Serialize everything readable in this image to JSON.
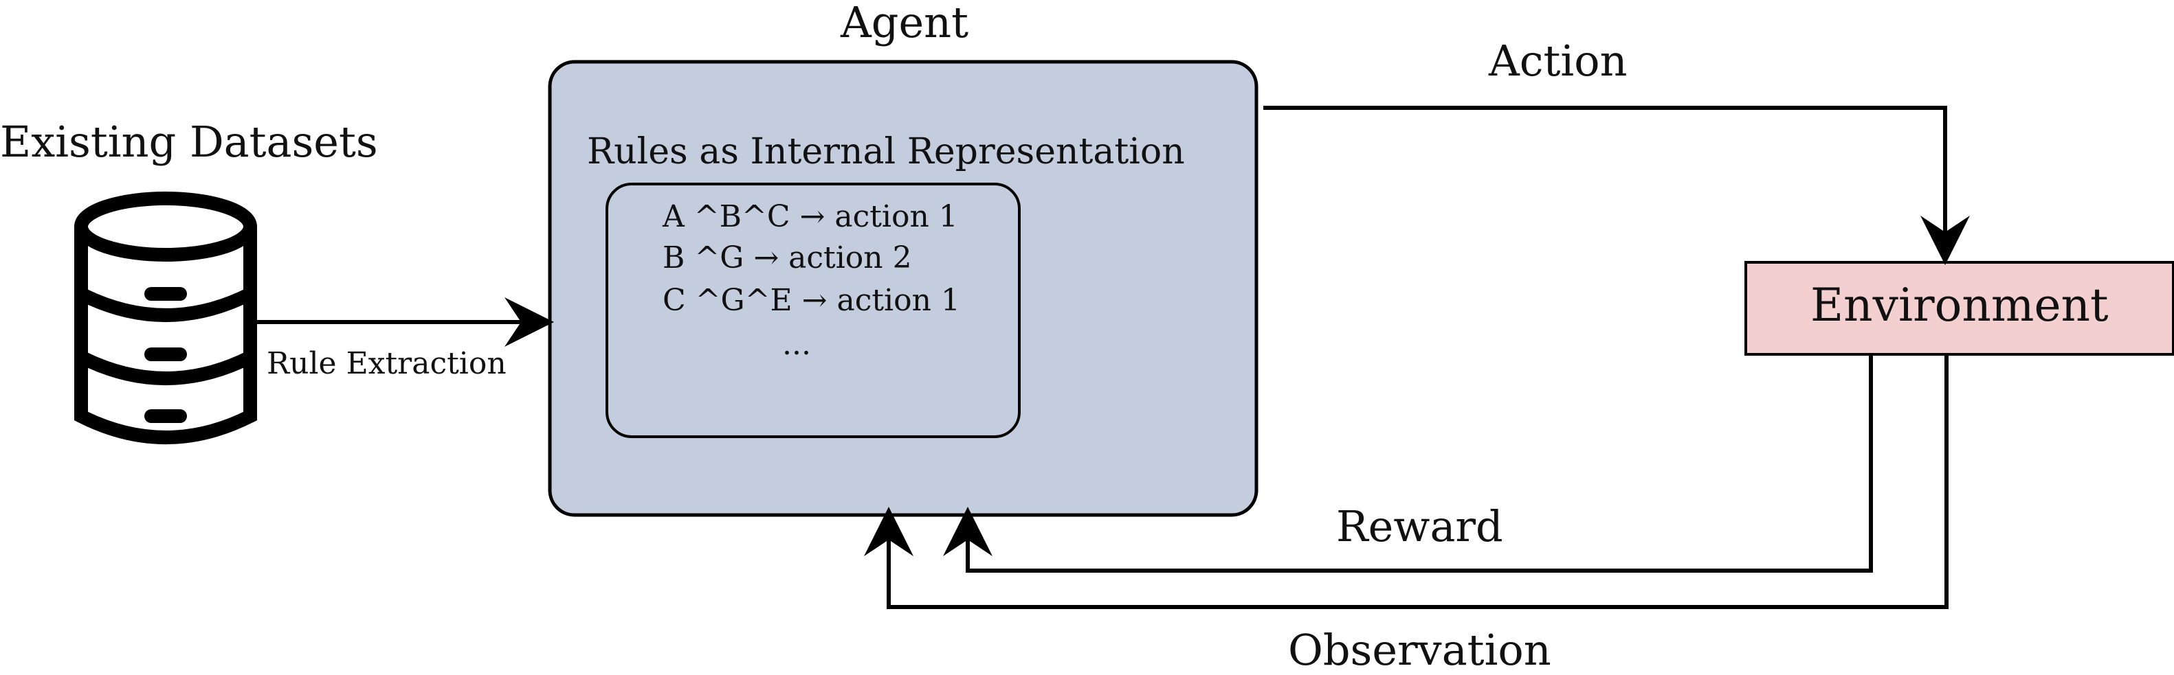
{
  "agent": {
    "title": "Agent",
    "box_title": "Rules as Internal Representation",
    "rules": [
      "A ^B^C → action 1",
      "B ^G → action 2",
      "C ^G^E → action 1",
      "..."
    ]
  },
  "datasets": {
    "title": "Existing Datasets",
    "icon": "database-icon"
  },
  "environment": {
    "label": "Environment"
  },
  "edges": {
    "rule_extraction": "Rule Extraction",
    "action": "Action",
    "reward": "Reward",
    "observation": "Observation"
  },
  "colors": {
    "agent_fill": "#c4cddd",
    "environment_fill": "#f3cfcf",
    "stroke": "#000000"
  }
}
